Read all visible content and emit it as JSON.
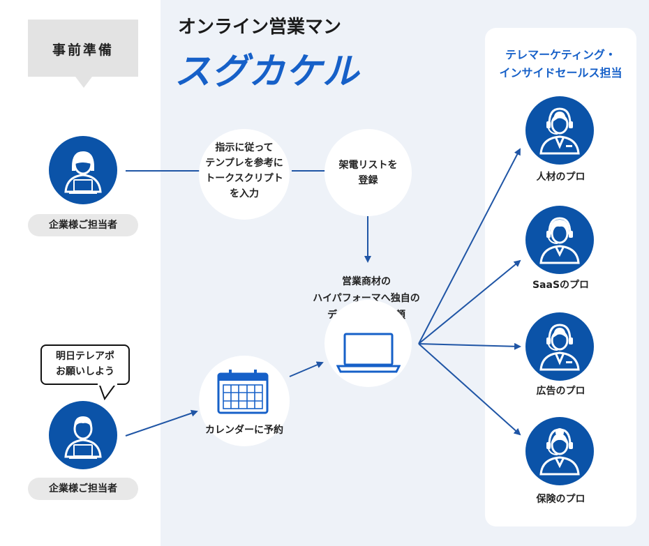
{
  "prep": {
    "label": "事前準備"
  },
  "title": {
    "sub": "オンライン営業マン",
    "main": "スグカケル"
  },
  "right_header": {
    "line1": "テレマーケティング・",
    "line2": "インサイドセールス担当"
  },
  "client_top": {
    "label": "企業様ご担当者",
    "icon": "person-laptop-icon"
  },
  "client_bottom": {
    "label": "企業様ご担当者",
    "icon": "person-laptop-icon",
    "bubble_line1": "明日テレアポ",
    "bubble_line2": "お願いしよう"
  },
  "step_template": {
    "line1": "指示に従って",
    "line2": "テンプレを参考に",
    "line3": "トークスクリプト",
    "line4": "を入力"
  },
  "step_list": {
    "line1": "架電リストを",
    "line2": "登録"
  },
  "step_calendar": {
    "label": "カレンダーに予約",
    "icon": "calendar-icon"
  },
  "step_center": {
    "line1": "営業商材の",
    "line2": "ハイパフォーマへ独自の",
    "line3": "データを基に依頼",
    "icon": "laptop-icon"
  },
  "pros": [
    {
      "label": "人材のプロ",
      "icon": "headset-operator-icon"
    },
    {
      "label": "SaaSのプロ",
      "icon": "headset-operator-icon"
    },
    {
      "label": "広告のプロ",
      "icon": "headset-operator-icon"
    },
    {
      "label": "保険のプロ",
      "icon": "headset-operator-icon"
    }
  ],
  "colors": {
    "brand_blue": "#1660c8",
    "icon_blue": "#0b53a8",
    "line_blue": "#1f55a5",
    "panel_bg": "#eef2f8"
  }
}
